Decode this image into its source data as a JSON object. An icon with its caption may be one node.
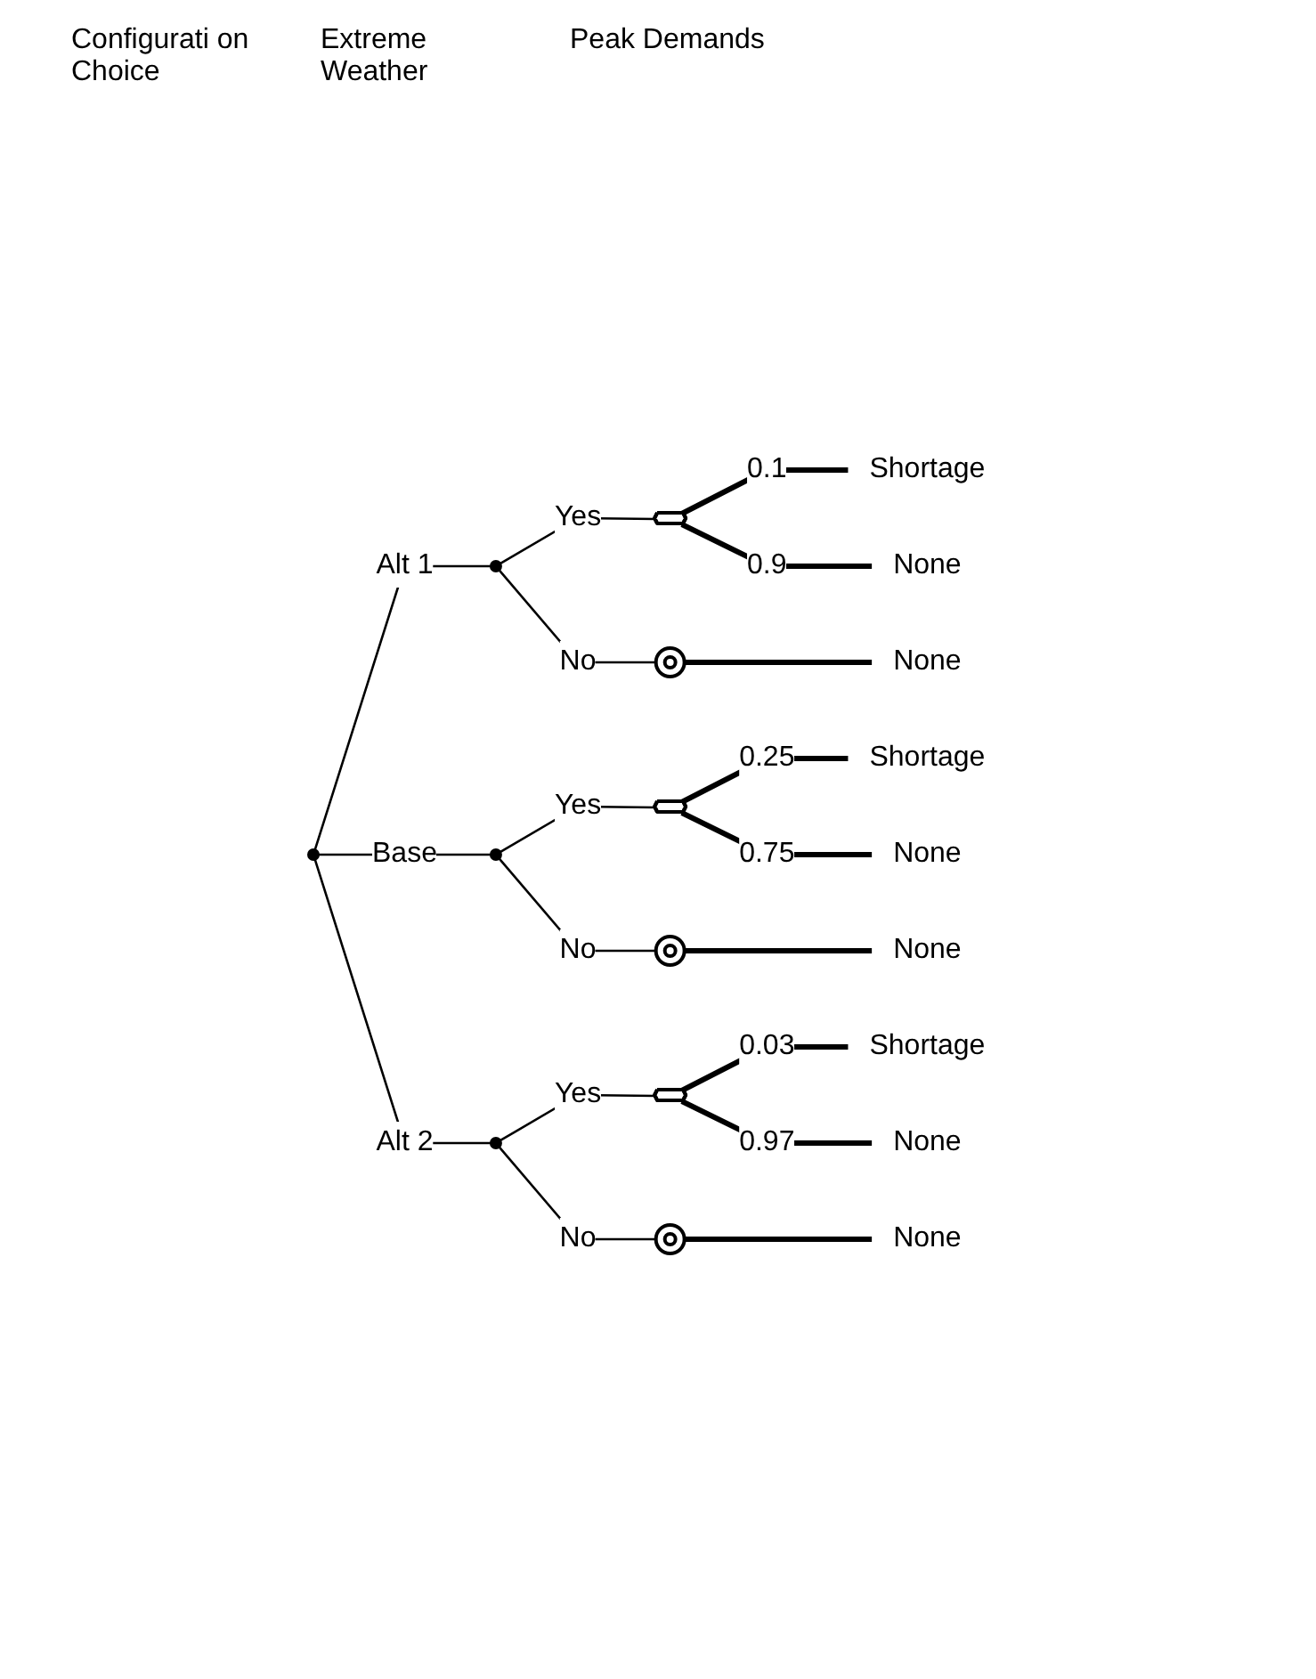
{
  "diagram": {
    "nodes": [
      {
        "text": [],
        "shape": "dot"
      },
      {
        "text": [],
        "shape": "dot"
      },
      {
        "text": [],
        "shape": "octagon"
      },
      {
        "text": [
          "Shortage"
        ]
      },
      {
        "text": [
          "None"
        ]
      },
      {
        "text": [],
        "shape": "ring"
      },
      {
        "text": [
          "None"
        ]
      },
      {
        "text": [],
        "shape": "dot"
      },
      {
        "text": [],
        "shape": "octagon"
      },
      {
        "text": [
          "Shortage"
        ]
      },
      {
        "text": [
          "None"
        ]
      },
      {
        "text": [],
        "shape": "ring"
      },
      {
        "text": [
          "None"
        ]
      },
      {
        "text": [],
        "shape": "dot"
      },
      {
        "text": [],
        "shape": "octagon"
      },
      {
        "text": [
          "Shortage"
        ]
      },
      {
        "text": [
          "None"
        ]
      },
      {
        "text": [],
        "shape": "ring"
      },
      {
        "text": [
          "None"
        ]
      }
    ],
    "edges": [
      {
        "from": 0,
        "to": 1,
        "arrow": "none",
        "label": "Alt 1"
      },
      {
        "from": 1,
        "to": 2,
        "arrow": "none",
        "label": "Yes"
      },
      {
        "from": 2,
        "to": 3,
        "arrow": "none",
        "label": "0.1",
        "style": "thick"
      },
      {
        "from": 2,
        "to": 4,
        "arrow": "none",
        "label": "0.9",
        "style": "thick"
      },
      {
        "from": 1,
        "to": 5,
        "arrow": "none",
        "label": "No"
      },
      {
        "from": 5,
        "to": 6,
        "arrow": "none",
        "style": "thick"
      },
      {
        "from": 0,
        "to": 7,
        "arrow": "none",
        "label": "Base"
      },
      {
        "from": 7,
        "to": 8,
        "arrow": "none",
        "label": "Yes"
      },
      {
        "from": 8,
        "to": 9,
        "arrow": "none",
        "label": "0.25",
        "style": "thick"
      },
      {
        "from": 8,
        "to": 10,
        "arrow": "none",
        "label": "0.75",
        "style": "thick"
      },
      {
        "from": 7,
        "to": 11,
        "arrow": "none",
        "label": "No"
      },
      {
        "from": 11,
        "to": 12,
        "arrow": "none",
        "style": "thick"
      },
      {
        "from": 0,
        "to": 13,
        "arrow": "none",
        "label": "Alt 2"
      },
      {
        "from": 13,
        "to": 14,
        "arrow": "none",
        "label": "Yes"
      },
      {
        "from": 14,
        "to": 15,
        "arrow": "none",
        "label": "0.03",
        "style": "thick"
      },
      {
        "from": 14,
        "to": 16,
        "arrow": "none",
        "label": "0.97",
        "style": "thick"
      },
      {
        "from": 13,
        "to": 17,
        "arrow": "none",
        "label": "No"
      },
      {
        "from": 17,
        "to": 18,
        "arrow": "none",
        "style": "thick"
      }
    ],
    "labels": [
      "Configurati on Choice",
      "Extreme Weather",
      "Peak Demands"
    ]
  }
}
